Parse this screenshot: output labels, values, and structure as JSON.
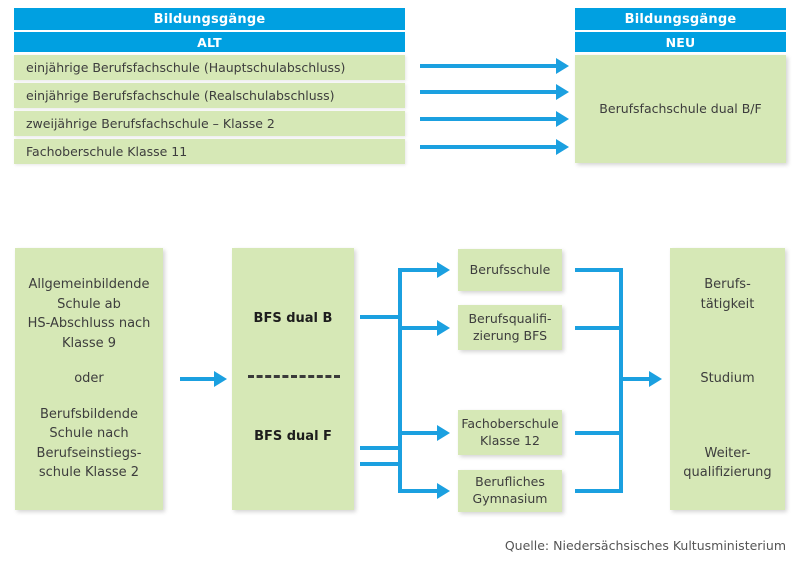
{
  "top_section": {
    "old_panel": {
      "header": "Bildungsgänge",
      "subheader": "ALT",
      "rows": [
        "einjährige Berufsfachschule (Hauptschulabschluss)",
        "einjährige Berufsfachschule (Realschulabschluss)",
        "zweijährige Berufsfachschule – Klasse 2",
        "Fachoberschule Klasse 11"
      ]
    },
    "new_panel": {
      "header": "Bildungsgänge",
      "subheader": "NEU",
      "body": "Berufsfachschule dual B/F"
    },
    "arrow_count": 4
  },
  "flow_section": {
    "entry_box": {
      "line1": "Allgemeinbildende",
      "line2": "Schule ab",
      "line3": "HS-Abschluss nach",
      "line4": "Klasse 9",
      "connector": "oder",
      "line5": "Berufsbildende",
      "line6": "Schule nach",
      "line7": "Berufseinstiegs-",
      "line8": "schule Klasse 2"
    },
    "dual_box": {
      "top_label": "BFS dual B",
      "bottom_label": "BFS dual F"
    },
    "middle_boxes": [
      {
        "label": "Berufsschule"
      },
      {
        "label": "Berufsqualifi-\nzierung BFS"
      },
      {
        "label": "Fachoberschule\nKlasse 12"
      },
      {
        "label": "Berufliches\nGymnasium"
      }
    ],
    "outcome_box": {
      "item1": "Berufs-\ntätigkeit",
      "item2": "Studium",
      "item3": "Weiter-\nqualifizierung"
    }
  },
  "source": "Quelle: Niedersächsisches Kultusministerium",
  "colors": {
    "accent_blue": "#00a0e1",
    "arrow_blue": "#1ba0e0",
    "box_green": "#d6e8b6",
    "text_dark": "#3d3d3d"
  }
}
